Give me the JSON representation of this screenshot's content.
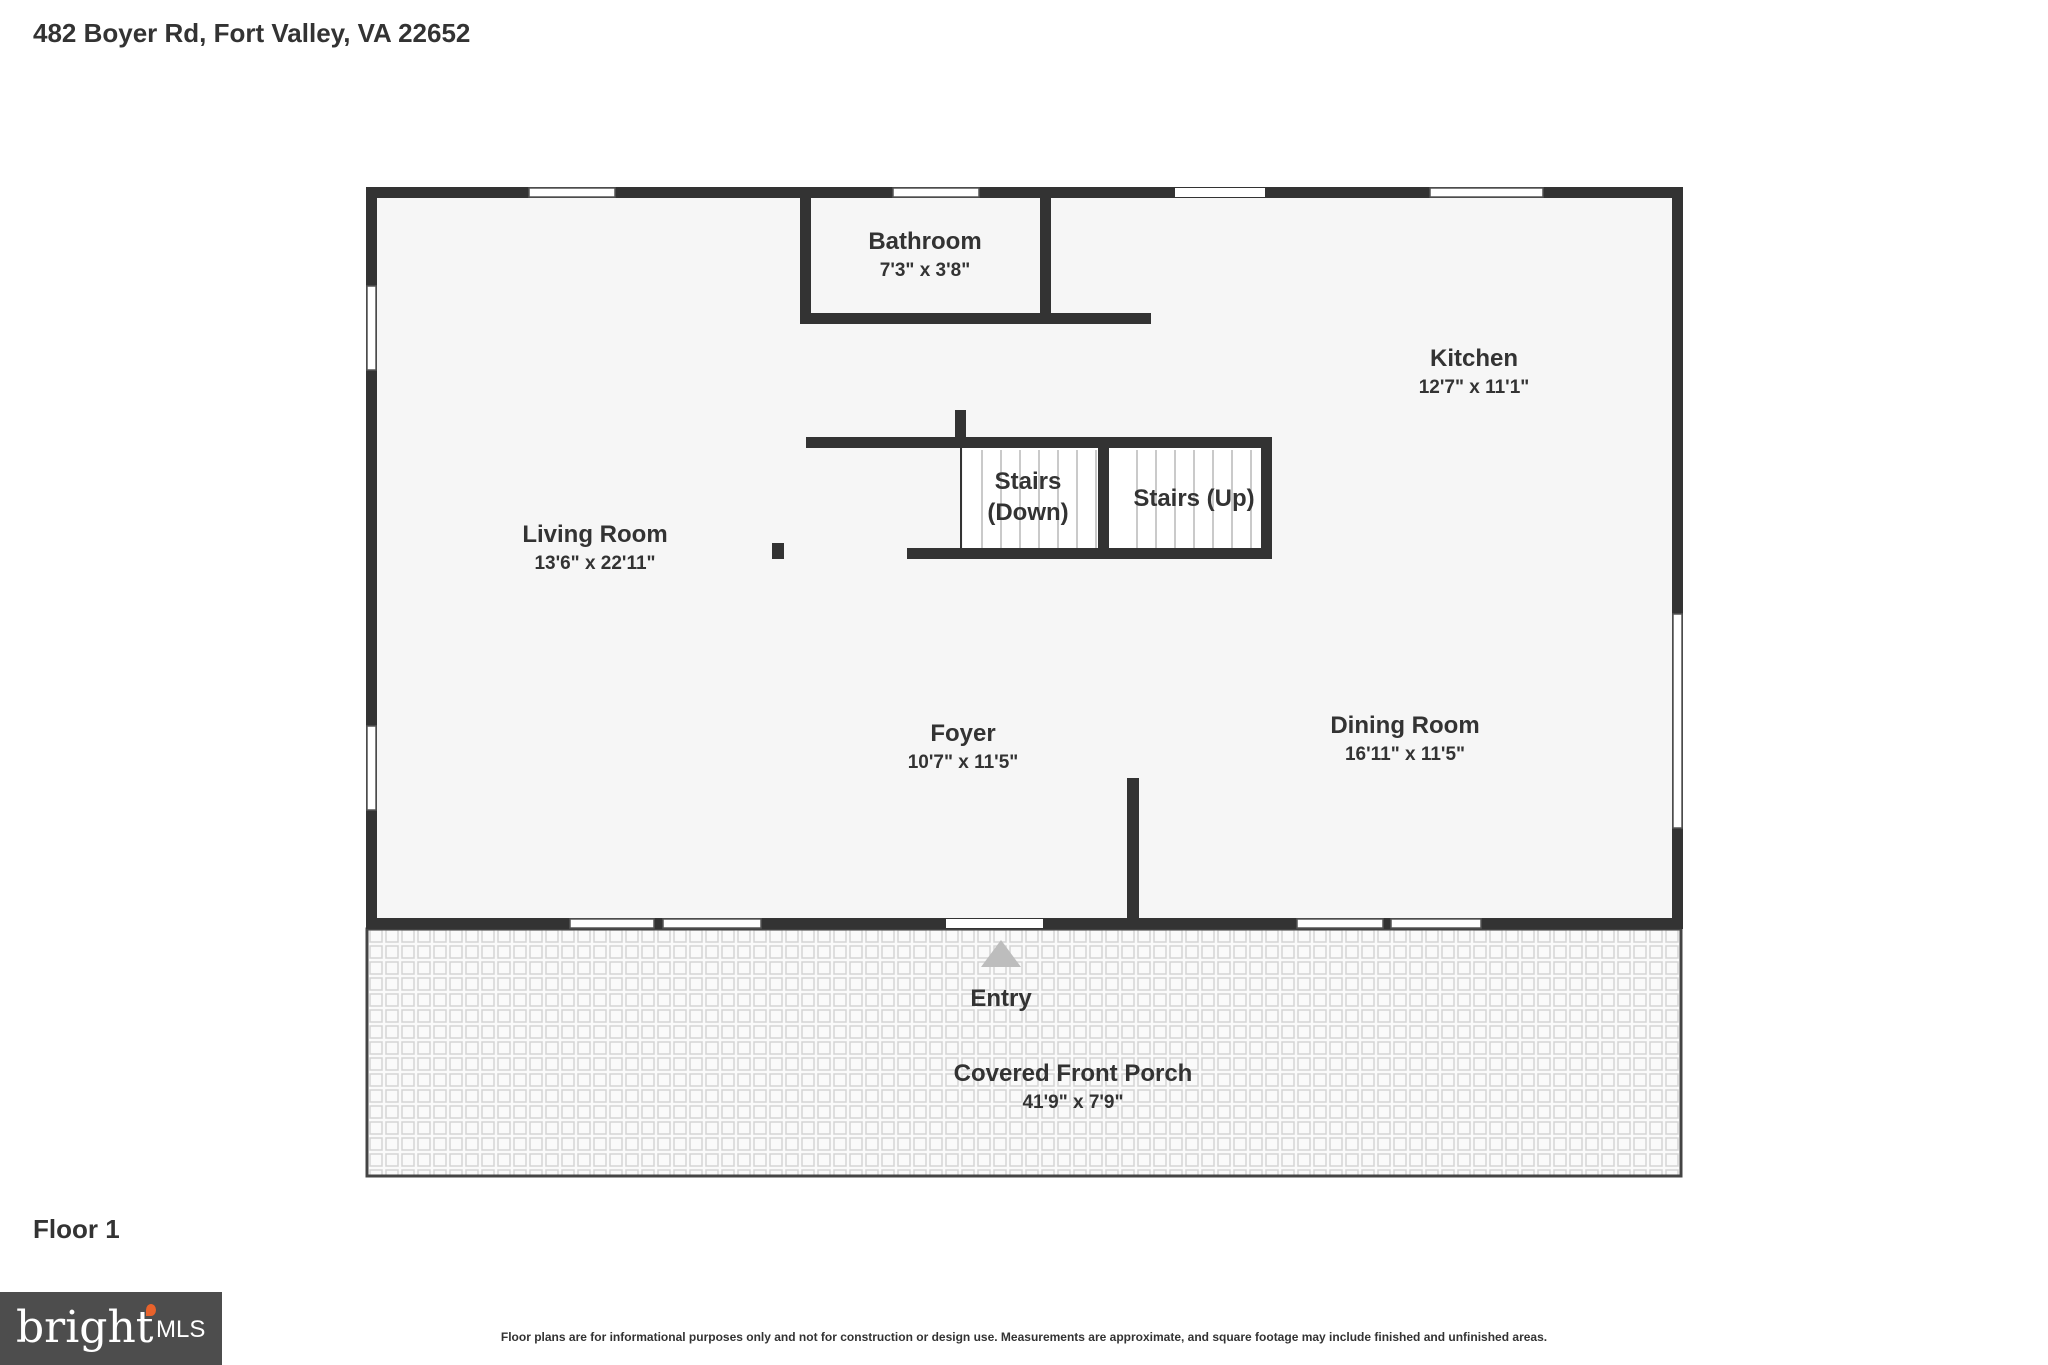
{
  "address": "482 Boyer Rd, Fort Valley, VA 22652",
  "floor_label": "Floor 1",
  "rooms": {
    "bathroom": {
      "name": "Bathroom",
      "dims": "7'3\" x 3'8\""
    },
    "kitchen": {
      "name": "Kitchen",
      "dims": "12'7\" x 11'1\""
    },
    "living_room": {
      "name": "Living Room",
      "dims": "13'6\" x 22'11\""
    },
    "stairs_down": {
      "name_line1": "Stairs",
      "name_line2": "(Down)"
    },
    "stairs_up": {
      "name": "Stairs (Up)"
    },
    "foyer": {
      "name": "Foyer",
      "dims": "10'7\" x 11'5\""
    },
    "dining_room": {
      "name": "Dining Room",
      "dims": "16'11\" x 11'5\""
    },
    "entry": {
      "name": "Entry"
    },
    "porch": {
      "name": "Covered Front Porch",
      "dims": "41'9\" x 7'9\""
    }
  },
  "disclaimer": "Floor plans are for informational purposes only and not for construction or design use. Measurements are approximate, and square footage may include finished and unfinished areas.",
  "logo": {
    "brand": "bright",
    "suffix": "MLS"
  },
  "colors": {
    "wall": "#333333",
    "floor": "#f6f6f6",
    "porch": "#fafafa"
  }
}
